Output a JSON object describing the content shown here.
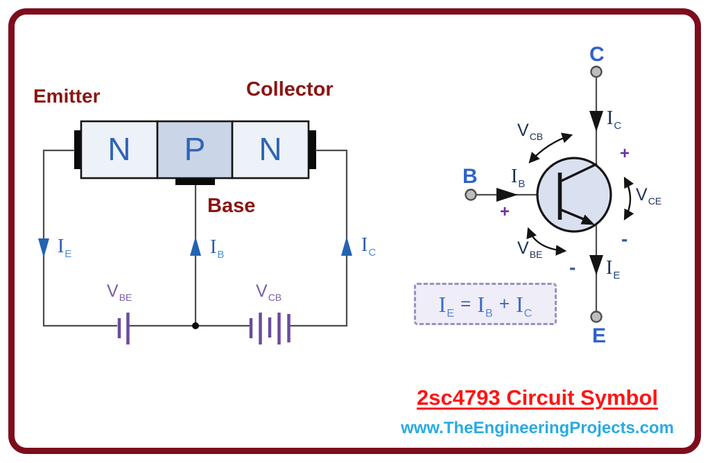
{
  "colors": {
    "frame_border": "#7D0D1C",
    "dark_red_label": "#8B1512",
    "region_letter_blue": "#2E64B8",
    "terminal_blue": "#2E64C8",
    "current_blue": "#2F5FAF",
    "voltage_purple": "#7A5BA8",
    "battery_purple": "#6B4C9F",
    "wire_gray": "#4D4D4D",
    "symbol_fill": "#D9E1F0",
    "p_region_fill": "#CBD5E8",
    "n_region_fill": "#EDF1F8",
    "title_red": "#FF1414",
    "url_blue": "#29ABE2"
  },
  "npn_diagram": {
    "emitter_label": "Emitter",
    "collector_label": "Collector",
    "base_label": "Base",
    "region_labels": [
      "N",
      "P",
      "N"
    ],
    "current_ie": {
      "main": "I",
      "sub": "E"
    },
    "current_ib": {
      "main": "I",
      "sub": "B"
    },
    "current_ic": {
      "main": "I",
      "sub": "C"
    },
    "voltage_vbe": {
      "main": "V",
      "sub": "BE"
    },
    "voltage_vcb": {
      "main": "V",
      "sub": "CB"
    }
  },
  "circuit_symbol": {
    "terminal_c": "C",
    "terminal_b": "B",
    "terminal_e": "E",
    "current_ic": {
      "main": "I",
      "sub": "C"
    },
    "current_ib": {
      "main": "I",
      "sub": "B"
    },
    "current_ie": {
      "main": "I",
      "sub": "E"
    },
    "voltage_vcb": {
      "main": "V",
      "sub": "CB"
    },
    "voltage_vce": {
      "main": "V",
      "sub": "CE"
    },
    "voltage_vbe": {
      "main": "V",
      "sub": "BE"
    },
    "polarity": {
      "plus_collector": "+",
      "plus_base": "+",
      "minus_collector": "-",
      "minus_emitter": "-"
    },
    "equation": {
      "i1": "I",
      "s1": "E",
      "equals": "=",
      "i2": "I",
      "s2": "B",
      "plus": "+",
      "i3": "I",
      "s3": "C"
    }
  },
  "footer": {
    "title": "2sc4793 Circuit Symbol",
    "website": "www.TheEngineeringProjects.com"
  }
}
